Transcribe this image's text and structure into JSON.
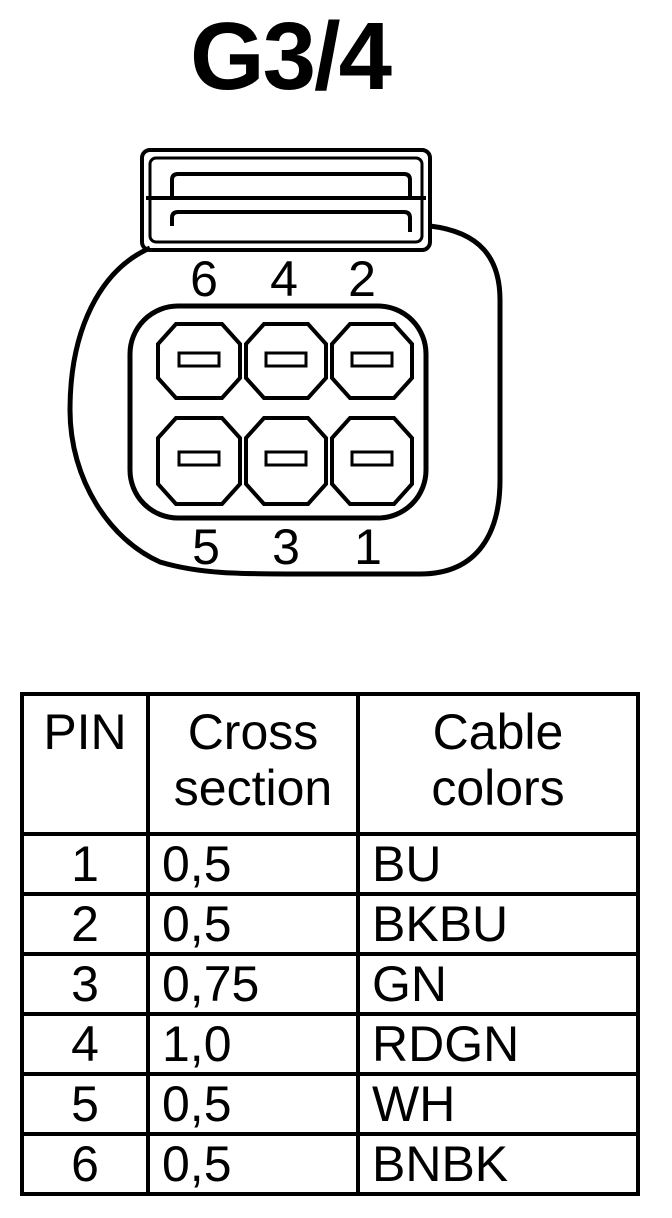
{
  "title": "G3/4",
  "connector": {
    "top_pin_labels": [
      "6",
      "4",
      "2"
    ],
    "bottom_pin_labels": [
      "5",
      "3",
      "1"
    ]
  },
  "table": {
    "headers": {
      "pin": "PIN",
      "cross_line1": "Cross",
      "cross_line2": "section",
      "colors_line1": "Cable",
      "colors_line2": "colors"
    },
    "rows": [
      {
        "pin": "1",
        "cross_section": "0,5",
        "color": "BU"
      },
      {
        "pin": "2",
        "cross_section": "0,5",
        "color": "BKBU"
      },
      {
        "pin": "3",
        "cross_section": "0,75",
        "color": "GN"
      },
      {
        "pin": "4",
        "cross_section": "1,0",
        "color": "RDGN"
      },
      {
        "pin": "5",
        "cross_section": "0,5",
        "color": "WH"
      },
      {
        "pin": "6",
        "cross_section": "0,5",
        "color": "BNBK"
      }
    ]
  }
}
